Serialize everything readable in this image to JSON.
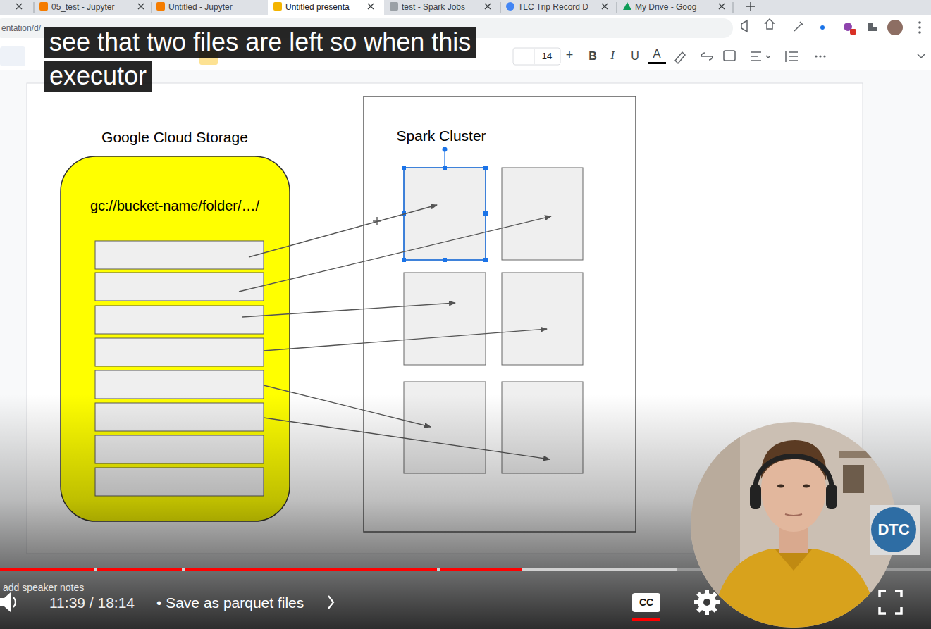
{
  "diagram": {
    "nodes": [
      {
        "text": [
          "Google Cloud Storage",
          "gc://bucket-name/folder/…/"
        ]
      },
      {
        "text": [
          "Spark Cluster"
        ]
      }
    ],
    "labels": [
      "see that two files are left so when this executor",
      "05_test - Jupyter",
      "Untitled - Jupyter",
      "Untitled presenta",
      "test - Spark Jobs",
      "TLC Trip Record D",
      "My Drive - Goog",
      "entation/d/",
      "14",
      "+",
      "B",
      "I",
      "U",
      "A",
      "add speaker notes",
      "11:39 / 18:14",
      "• Save as parquet files",
      "CC",
      "DTC"
    ]
  }
}
